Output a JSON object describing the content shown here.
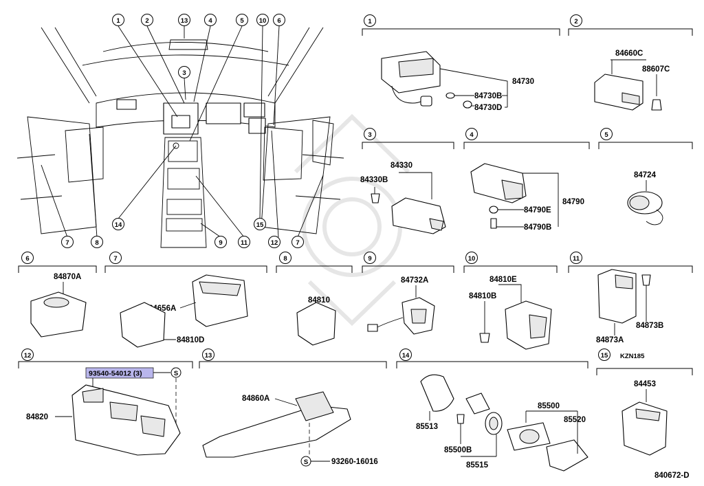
{
  "callouts": {
    "c1": "1",
    "c2": "2",
    "c3": "3",
    "c4": "4",
    "c5": "5",
    "c6": "6",
    "c7": "7",
    "c8": "8",
    "c9": "9",
    "c10": "10",
    "c11": "11",
    "c12": "12",
    "c13": "13",
    "c14": "14",
    "c15": "15"
  },
  "parts": {
    "p84730": "84730",
    "p84730B": "84730B",
    "p84730D": "84730D",
    "p84660C": "84660C",
    "p88607C": "88607C",
    "p84330": "84330",
    "p84330B": "84330B",
    "p84790": "84790",
    "p84790E": "84790E",
    "p84790B": "84790B",
    "p84724": "84724",
    "p84870A": "84870A",
    "p84656A": "84656A",
    "p84810D": "84810D",
    "p84810": "84810",
    "p84732A": "84732A",
    "p84810E": "84810E",
    "p84810B": "84810B",
    "p84873B": "84873B",
    "p84873A": "84873A",
    "p84820": "84820",
    "p93540": "93540-54012 (3)",
    "p84860A": "84860A",
    "p93260": "93260-16016",
    "p85513": "85513",
    "p85500B": "85500B",
    "p85515": "85515",
    "p85500": "85500",
    "p85520": "85520",
    "p84453": "84453"
  },
  "notes": {
    "model": "KZN185",
    "diagram_id": "840672-D",
    "s_mark": "S"
  }
}
